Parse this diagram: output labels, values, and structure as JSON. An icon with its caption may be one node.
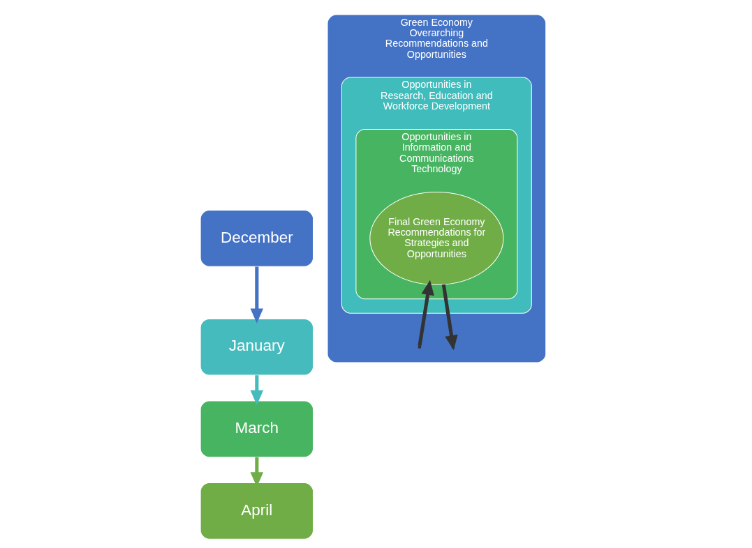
{
  "diagram": {
    "nodes": [
      {
        "text": [
          "December"
        ]
      },
      {
        "text": [
          "January"
        ]
      },
      {
        "text": [
          "March"
        ]
      },
      {
        "text": [
          "April"
        ]
      },
      {
        "text": [
          "Green Economy Overarching Recommendations and Opportunities"
        ]
      },
      {
        "text": [
          "Opportunities in Research, Education and Workforce Development"
        ],
        "in": 4
      },
      {
        "text": [
          "Opportunities in Information and Communications Technology"
        ],
        "in": 5
      },
      {
        "text": [
          "Final Green Economy Recommendations for Strategies and Opportunities"
        ],
        "in": 6
      }
    ],
    "edges": [
      {
        "from": 0,
        "to": 1,
        "arrow": "to",
        "color": "#4472c4"
      },
      {
        "from": 1,
        "to": 2,
        "arrow": "to",
        "color": "#45bbbd"
      },
      {
        "from": 2,
        "to": 3,
        "arrow": "to",
        "color": "#70ad47"
      },
      {
        "from": null,
        "to": 7,
        "arrow": "to",
        "color": "#333333"
      },
      {
        "from": 7,
        "to": null,
        "arrow": "to",
        "color": "#333333"
      }
    ]
  }
}
